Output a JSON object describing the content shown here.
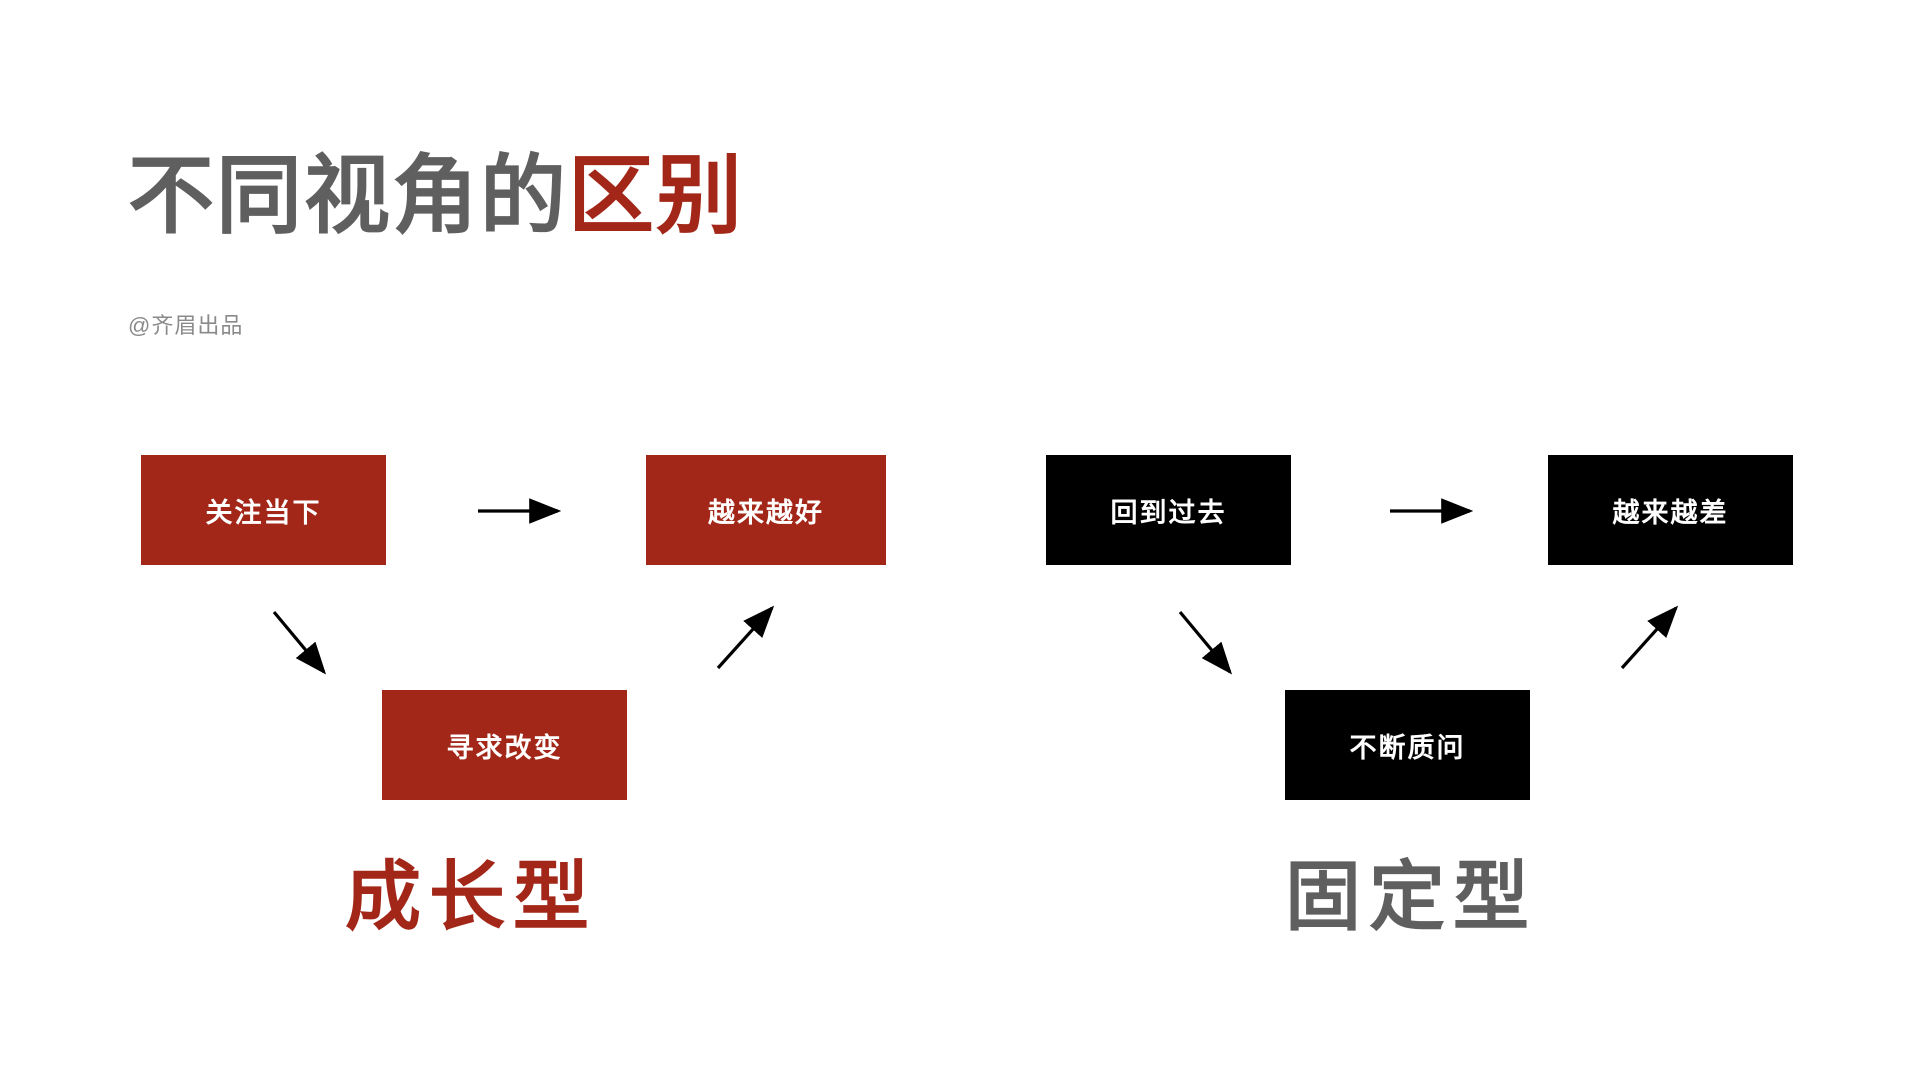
{
  "header": {
    "title_gray": "不同视角的",
    "title_red": "区别",
    "subtitle": "@齐眉出品"
  },
  "colors": {
    "red": "#A32718",
    "gray": "#5f5f5f",
    "black": "#000000",
    "background": "#ffffff",
    "subtitle_gray": "#8a8a8a",
    "arrow": "#000000"
  },
  "diagram": {
    "growth": {
      "label": "成长型",
      "label_color": "#A32718",
      "nodes": [
        {
          "id": "focus-now",
          "text": "关注当下",
          "style": "red"
        },
        {
          "id": "better",
          "text": "越来越好",
          "style": "red"
        },
        {
          "id": "seek-change",
          "text": "寻求改变",
          "style": "red"
        }
      ],
      "arrows": [
        {
          "id": "growth-arrow-right",
          "from": "focus-now",
          "to": "better",
          "direction": "right"
        },
        {
          "id": "growth-arrow-downright",
          "from": "focus-now",
          "to": "seek-change",
          "direction": "down-right"
        },
        {
          "id": "growth-arrow-upright",
          "from": "seek-change",
          "to": "better",
          "direction": "up-right"
        }
      ]
    },
    "fixed": {
      "label": "固定型",
      "label_color": "#5f5f5f",
      "nodes": [
        {
          "id": "back-past",
          "text": "回到过去",
          "style": "black"
        },
        {
          "id": "worse",
          "text": "越来越差",
          "style": "black"
        },
        {
          "id": "keep-question",
          "text": "不断质问",
          "style": "black"
        }
      ],
      "arrows": [
        {
          "id": "fixed-arrow-right",
          "from": "back-past",
          "to": "worse",
          "direction": "right"
        },
        {
          "id": "fixed-arrow-downright",
          "from": "back-past",
          "to": "keep-question",
          "direction": "down-right"
        },
        {
          "id": "fixed-arrow-upright",
          "from": "keep-question",
          "to": "worse",
          "direction": "up-right"
        }
      ]
    }
  }
}
